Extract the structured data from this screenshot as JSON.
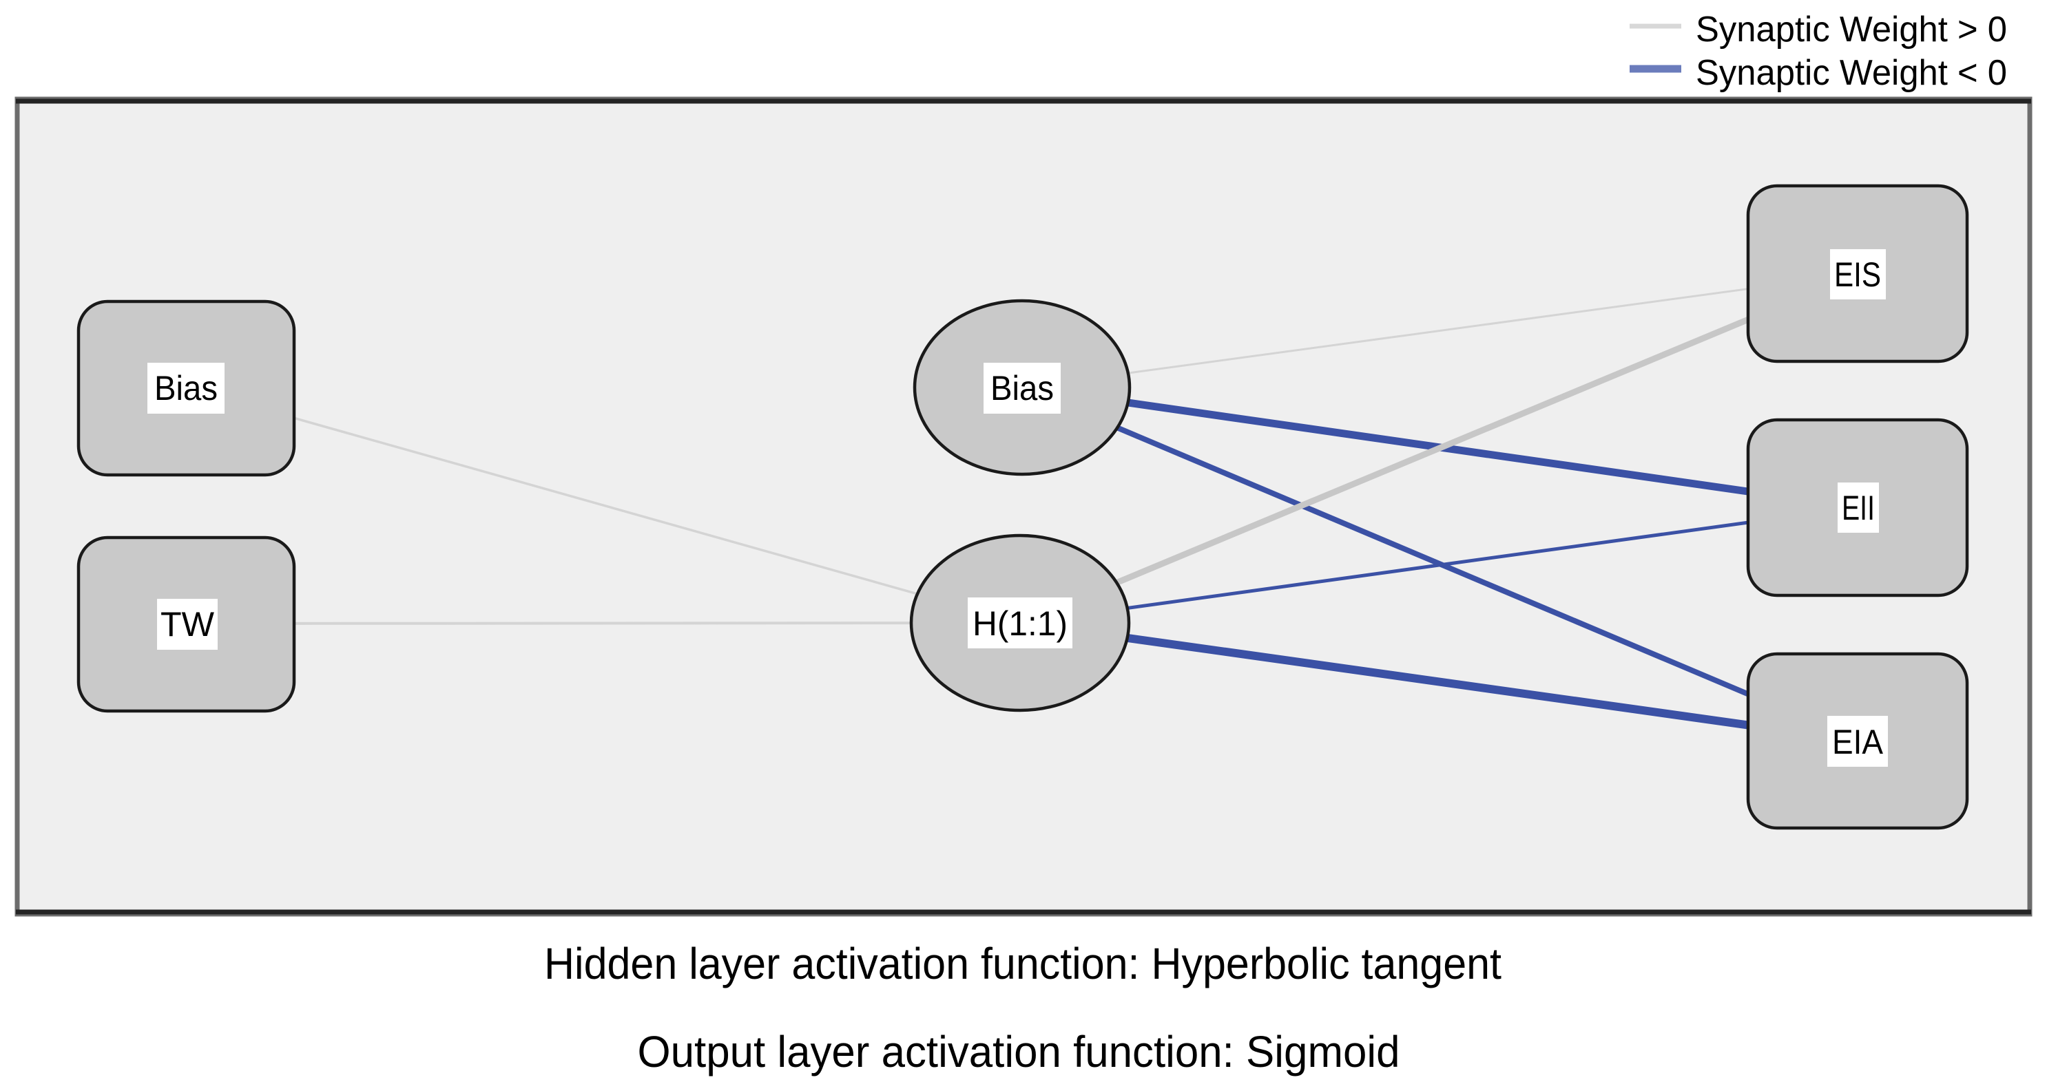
{
  "legend": {
    "items": [
      {
        "label": "Synaptic Weight > 0",
        "color": "#d8d8d8"
      },
      {
        "label": "Synaptic Weight < 0",
        "color": "#6b7cbc"
      }
    ]
  },
  "diagram": {
    "frame_background": "#efefef",
    "node_fill": "#c9c9c9",
    "node_border": "#1a1a1a",
    "label_background": "#ffffff",
    "colors": {
      "positive": "#d4d4d4",
      "positive_strong": "#c7c7c7",
      "negative": "#3b51a5"
    },
    "layers": {
      "input": [
        {
          "label": "Bias"
        },
        {
          "label": "TW"
        }
      ],
      "hidden": [
        {
          "label": "Bias"
        },
        {
          "label": "H(1:1)"
        }
      ],
      "output": [
        {
          "label": "EIS"
        },
        {
          "label": "EII"
        },
        {
          "label": "EIA"
        }
      ]
    },
    "connections": [
      {
        "from": "input:Bias",
        "to": "hidden:H(1:1)",
        "sign": "positive",
        "thickness": "thin"
      },
      {
        "from": "input:TW",
        "to": "hidden:H(1:1)",
        "sign": "positive",
        "thickness": "thin"
      },
      {
        "from": "hidden:Bias",
        "to": "output:EIS",
        "sign": "positive",
        "thickness": "thin"
      },
      {
        "from": "hidden:Bias",
        "to": "output:EII",
        "sign": "negative",
        "thickness": "thick"
      },
      {
        "from": "hidden:Bias",
        "to": "output:EIA",
        "sign": "negative",
        "thickness": "medium"
      },
      {
        "from": "hidden:H(1:1)",
        "to": "output:EIS",
        "sign": "positive",
        "thickness": "thick"
      },
      {
        "from": "hidden:H(1:1)",
        "to": "output:EII",
        "sign": "negative",
        "thickness": "thin"
      },
      {
        "from": "hidden:H(1:1)",
        "to": "output:EIA",
        "sign": "negative",
        "thickness": "thick"
      }
    ]
  },
  "captions": {
    "hidden_layer": "Hidden layer activation function: Hyperbolic tangent",
    "output_layer": "Output layer activation function: Sigmoid"
  }
}
